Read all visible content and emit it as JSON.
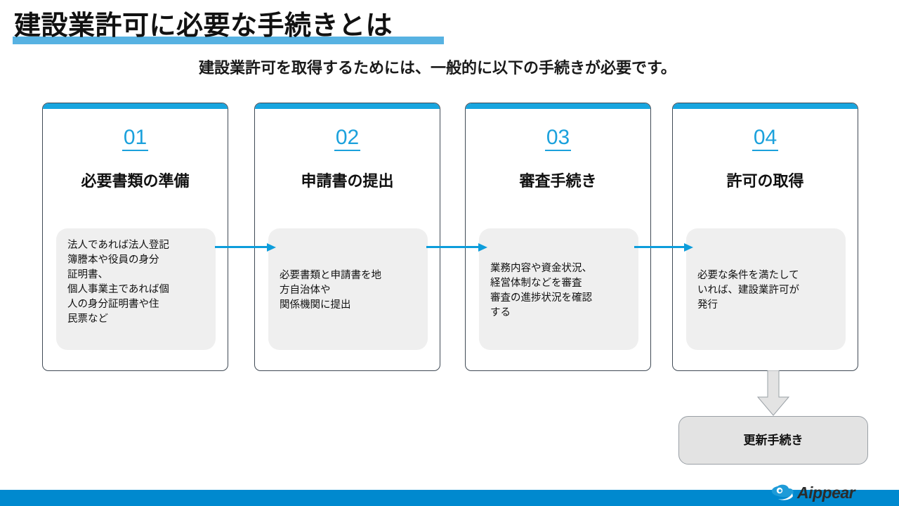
{
  "slide": {
    "title": "建設業許可に必要な手続きとは",
    "subtitle": "建設業許可を取得するためには、一般的に以下の手続きが必要です。",
    "accent_color": "#18A5DF",
    "title_underline_color": "#57B2E2",
    "arrow_color": "#0D9DDB",
    "body_box_color": "#EFEFEF",
    "footer_bar_color": "#0089CF"
  },
  "steps": [
    {
      "number": "01",
      "title": "必要書類の準備",
      "body": "法人であれば法人登記\n簿謄本や役員の身分\n証明書、\n個人事業主であれば個\n人の身分証明書や住\n民票など",
      "align": "top"
    },
    {
      "number": "02",
      "title": "申請書の提出",
      "body": "必要書類と申請書を地\n方自治体や\n関係機関に提出",
      "align": "center"
    },
    {
      "number": "03",
      "title": "審査手続き",
      "body": "業務内容や資金状況、\n経営体制などを審査\n審査の進捗状況を確認\nする",
      "align": "center"
    },
    {
      "number": "04",
      "title": "許可の取得",
      "body": "必要な条件を満たして\nいれば、建設業許可が\n発行",
      "align": "center"
    }
  ],
  "renewal": {
    "label": "更新手続き"
  },
  "footer": {
    "logo_text": "Aippear"
  }
}
